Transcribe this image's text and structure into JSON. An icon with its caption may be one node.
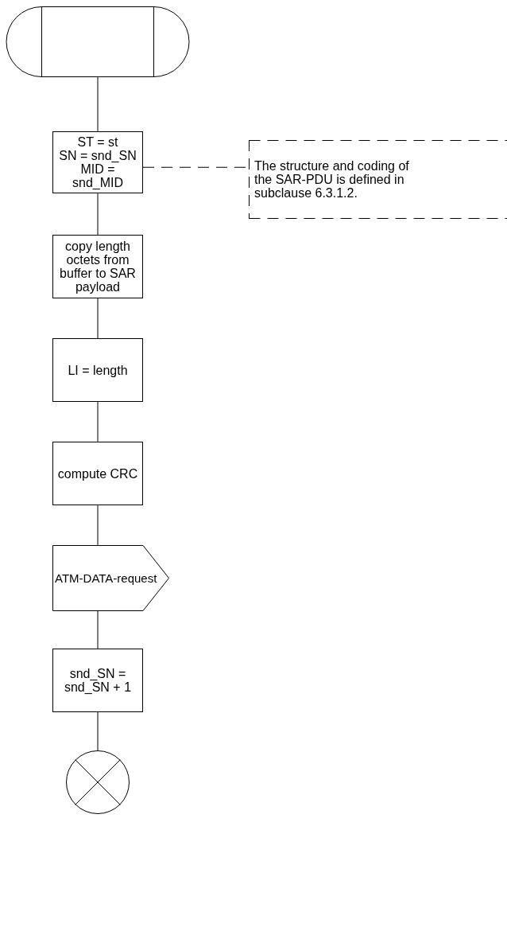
{
  "diagram": {
    "nodes": [
      {
        "text": [],
        "shape": "stadium"
      },
      {
        "text": [
          "ST = st",
          "SN = snd_SN",
          "MID = snd_MID"
        ]
      },
      {
        "text": [
          "The structure and coding of the SAR-PDU is defined in subclause 6.3.1.2."
        ]
      },
      {
        "text": [
          "copy length octets from buffer to SAR payload"
        ]
      },
      {
        "text": [
          "LI = length"
        ]
      },
      {
        "text": [
          "compute CRC"
        ]
      },
      {
        "text": [
          "ATM-DATA-request"
        ]
      },
      {
        "text": [
          "snd_SN = snd_SN + 1"
        ]
      },
      {
        "text": [],
        "shape": "circle"
      }
    ],
    "edges": [
      {
        "from": 0,
        "to": 1,
        "arrow": "none"
      },
      {
        "from": 1,
        "to": 2,
        "arrow": "none",
        "style": "dashed"
      },
      {
        "from": 1,
        "to": 3,
        "arrow": "none"
      },
      {
        "from": 3,
        "to": 4,
        "arrow": "none"
      },
      {
        "from": 4,
        "to": 5,
        "arrow": "none"
      },
      {
        "from": 5,
        "to": 6,
        "arrow": "none"
      },
      {
        "from": 6,
        "to": 7,
        "arrow": "none"
      },
      {
        "from": 7,
        "to": 8,
        "arrow": "none"
      }
    ]
  }
}
